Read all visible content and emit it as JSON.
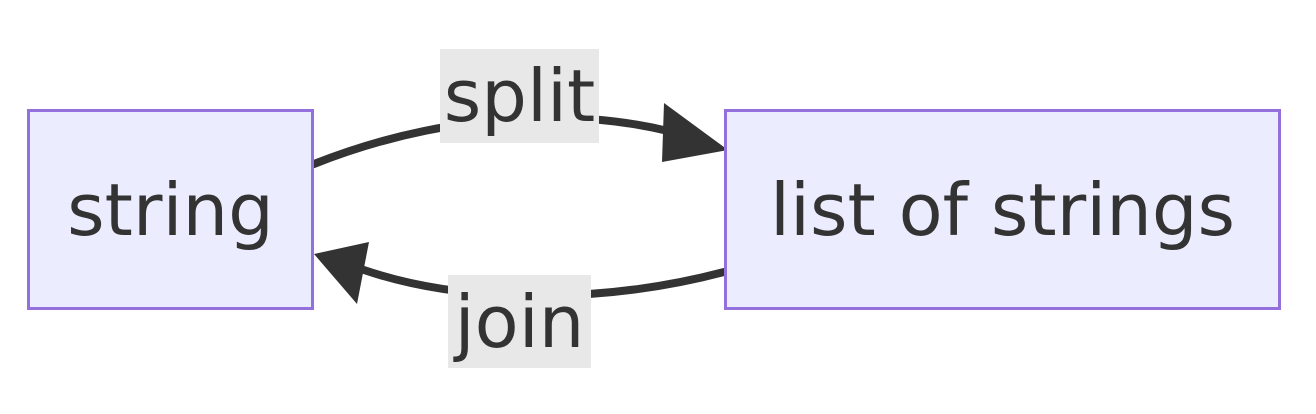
{
  "nodes": {
    "string": "string",
    "list": "list of strings"
  },
  "edges": {
    "split": "split",
    "join": "join"
  },
  "colors": {
    "node_fill": "#ececff",
    "node_border": "#9370db",
    "edge": "#333333",
    "label_bg": "#e8e8e8",
    "text": "#333333"
  }
}
